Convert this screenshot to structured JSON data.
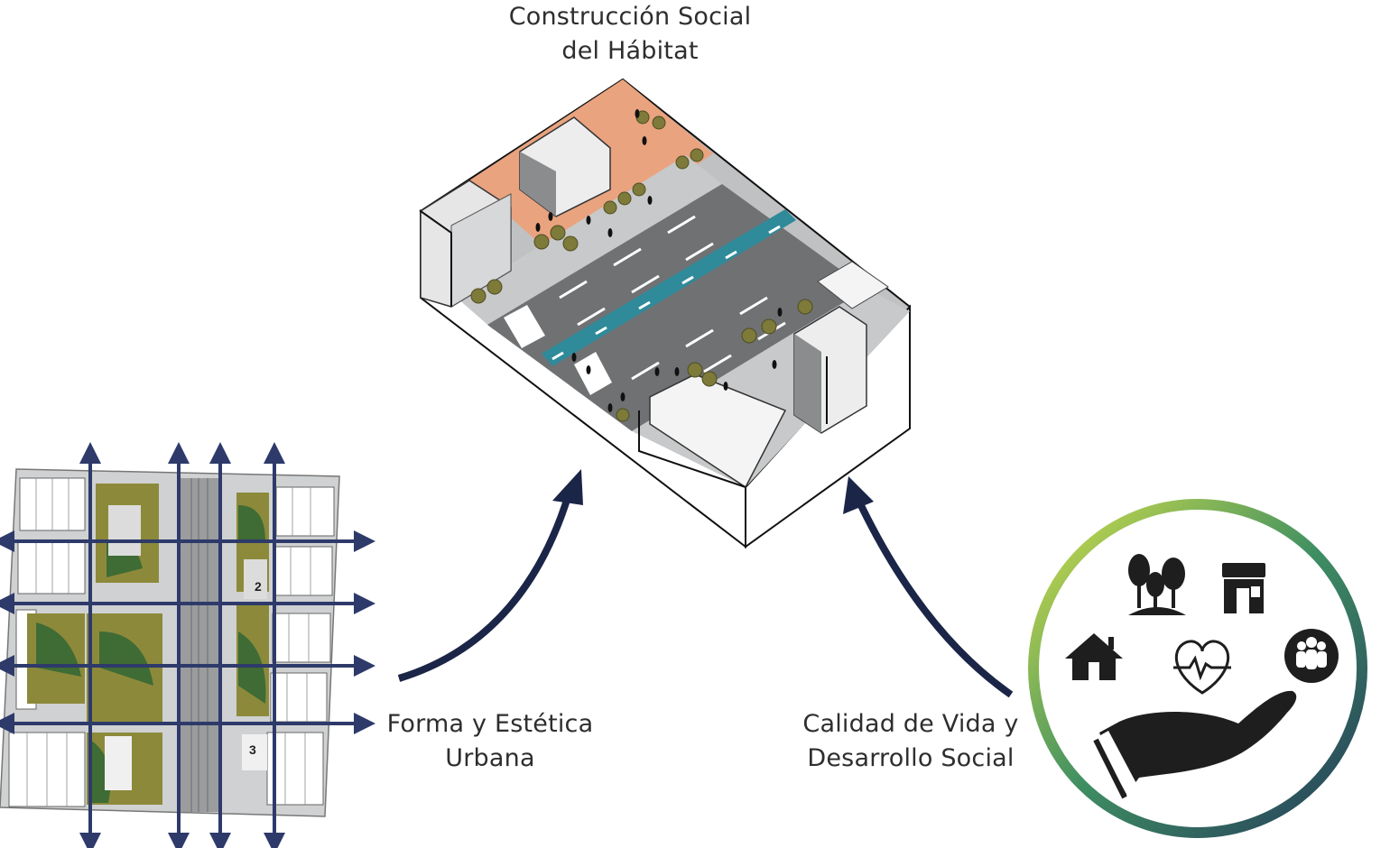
{
  "top_label": {
    "line1": "Construcción Social",
    "line2": "del Hábitat"
  },
  "left_label": {
    "line1": "Forma y Estética",
    "line2": "Urbana"
  },
  "right_label": {
    "line1": "Calidad de Vida y",
    "line2": "Desarrollo Social"
  },
  "plan_block_numbers": [
    "2",
    "3"
  ],
  "colors": {
    "arrow": "#1b2547",
    "grid_lines": "#2d3a6a",
    "plan_green": "#3f6b35",
    "plan_olive": "#8c8a3a",
    "plan_gray": "#a9acae",
    "road": "#6e7072",
    "bike_lane": "#2f8a9a",
    "terracotta": "#e8a07c",
    "ring_start": "#c6d94a",
    "ring_end": "#233a5a",
    "icon_dark": "#1e1e1e"
  },
  "icons": [
    "trees-icon",
    "store-icon",
    "house-icon",
    "heart-pulse-icon",
    "community-icon",
    "hand-icon"
  ]
}
